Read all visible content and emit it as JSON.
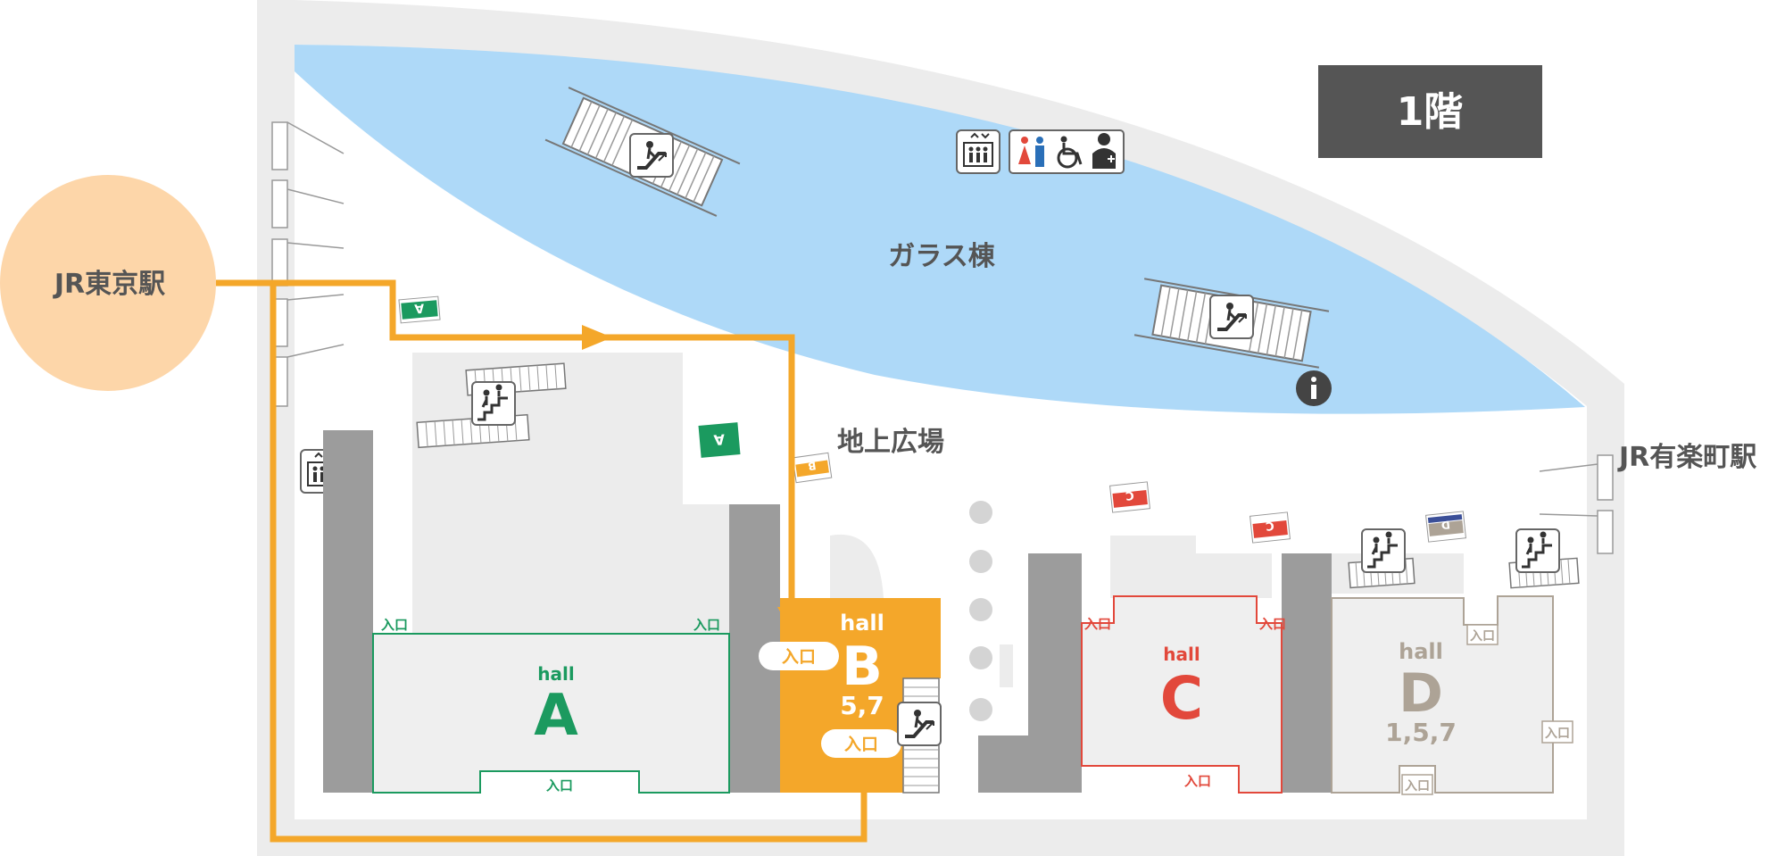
{
  "floor": {
    "label": "1階"
  },
  "stations": {
    "tokyo": "JR東京駅",
    "yurakucho": "JR有楽町駅"
  },
  "areas": {
    "glass_building": "ガラス棟",
    "ground_plaza": "地上広場"
  },
  "halls": {
    "a": {
      "word": "hall",
      "letter": "A",
      "floors": ""
    },
    "b": {
      "word": "hall",
      "letter": "B",
      "floors": "5,7"
    },
    "c": {
      "word": "hall",
      "letter": "C",
      "floors": ""
    },
    "d": {
      "word": "hall",
      "letter": "D",
      "floors": "1,5,7"
    }
  },
  "entrance_label": "入口",
  "exit_signs": {
    "a": "A",
    "b": "B",
    "c": "C",
    "d": "D"
  },
  "colors": {
    "route": "#f4a72a",
    "hall_a": "#1b9a5f",
    "hall_b": "#f4a72a",
    "hall_c": "#e2483b",
    "hall_d": "#ada396",
    "glass": "#aed9f8",
    "floor_badge": "#555555",
    "tokyo_circle": "#fdd6a9"
  },
  "facility_icons": [
    "elevator-icon",
    "toilet-women-icon",
    "toilet-men-icon",
    "wheelchair-icon",
    "nursing-room-icon"
  ]
}
